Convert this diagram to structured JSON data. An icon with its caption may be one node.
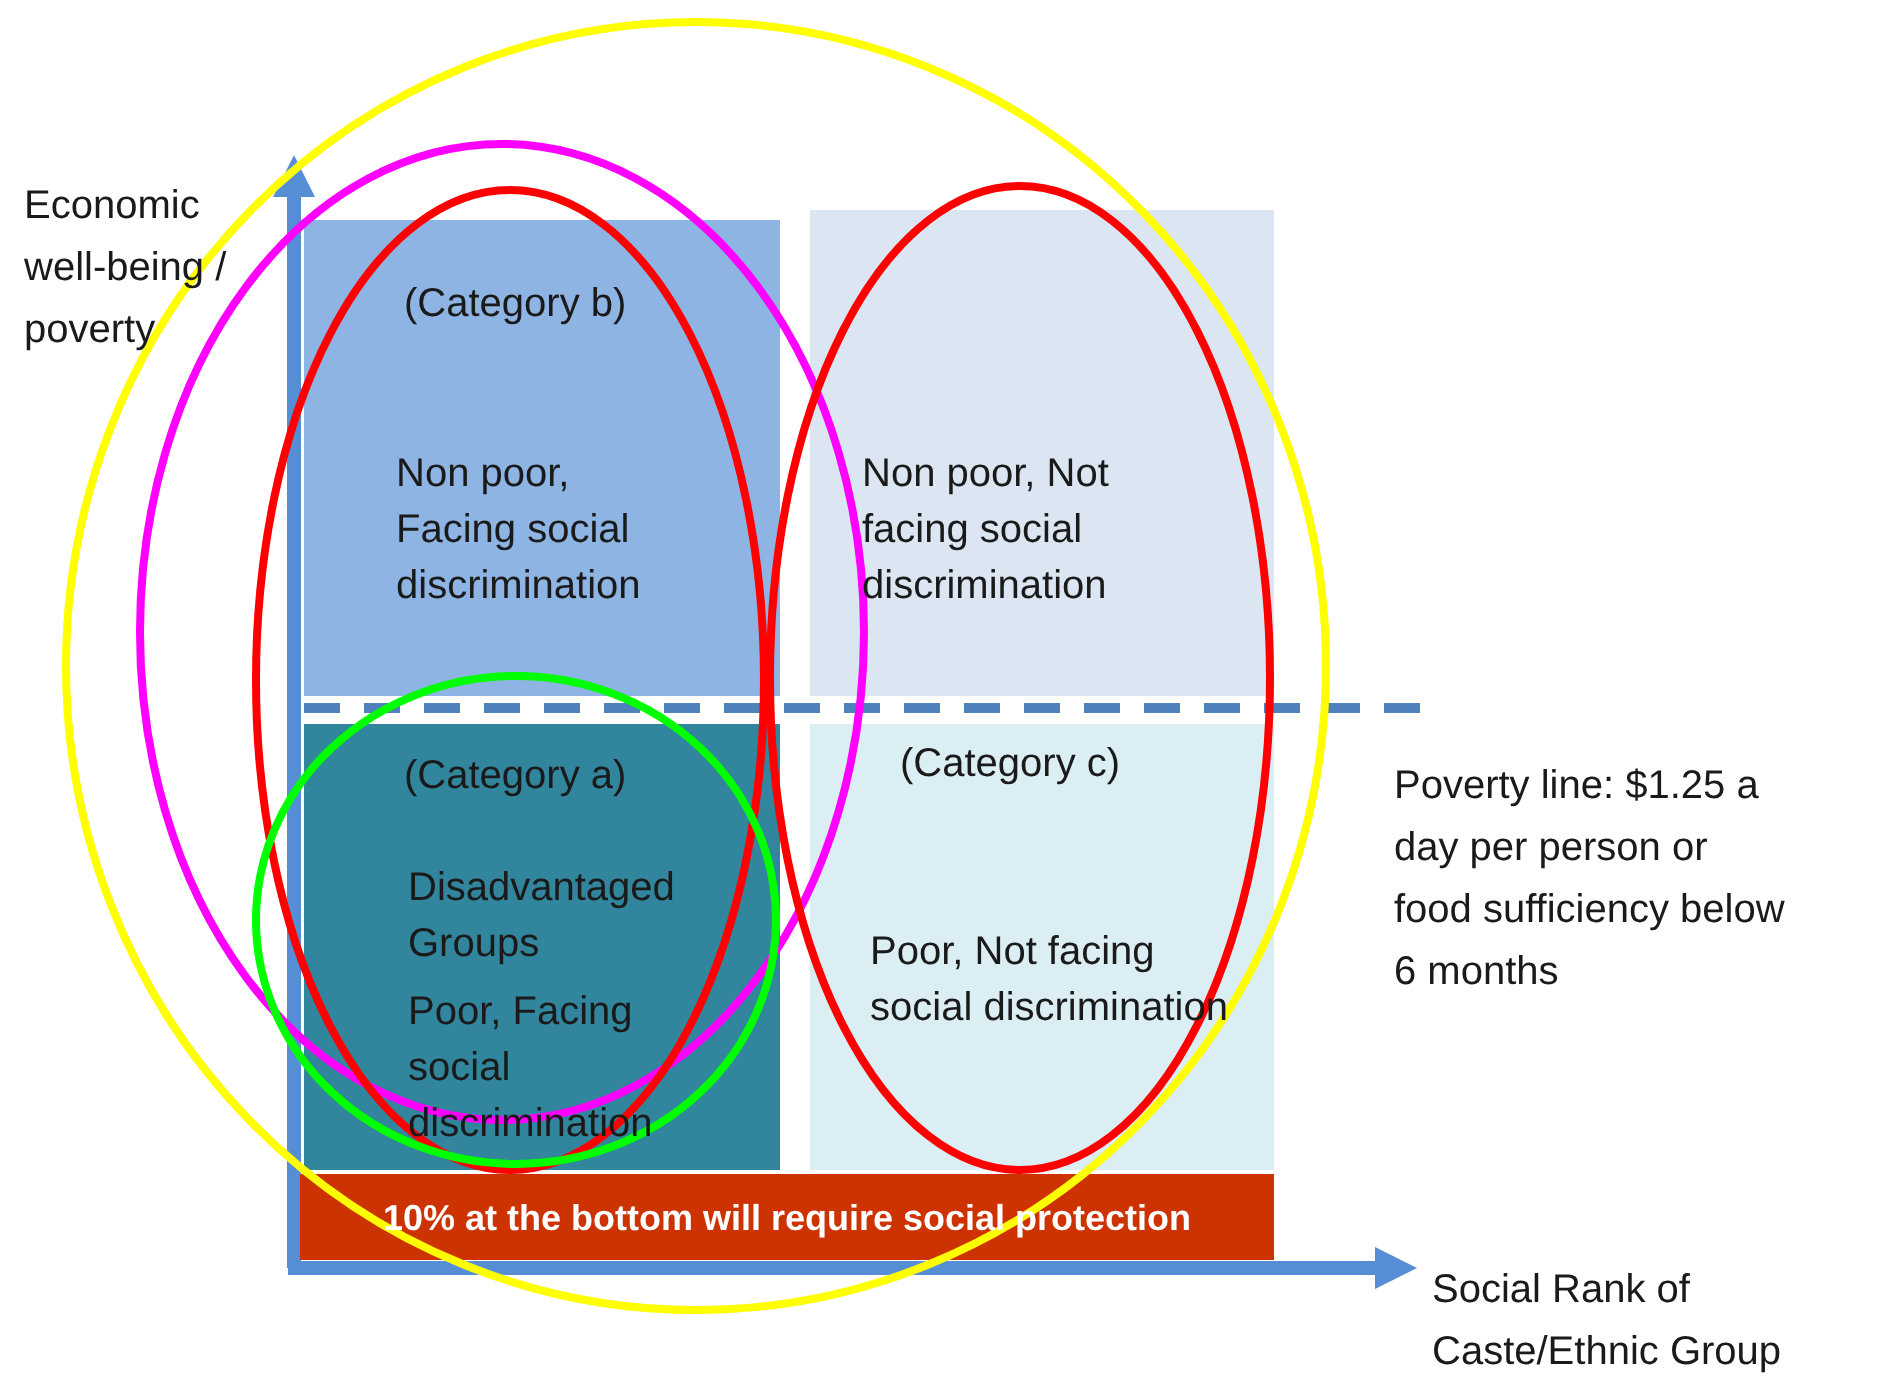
{
  "diagram": {
    "nodes": [
      {
        "text": [
          "(Category b)",
          "Non poor, Facing social discrimination"
        ]
      },
      {
        "text": [
          "Non poor, Not facing social discrimination"
        ]
      },
      {
        "text": [
          "(Category a)",
          "Disadvantaged Groups",
          "Poor, Facing social discrimination"
        ]
      },
      {
        "text": [
          "(Category c)",
          "Poor, Not facing social discrimination"
        ]
      },
      {
        "text": [
          "10% at the bottom will require social protection"
        ]
      }
    ],
    "labels": [
      "Economic well-being / poverty",
      "Poverty line: $1.25 a day per person or food sufficiency below 6 months",
      "Social Rank of Caste/Ethnic Group"
    ]
  }
}
